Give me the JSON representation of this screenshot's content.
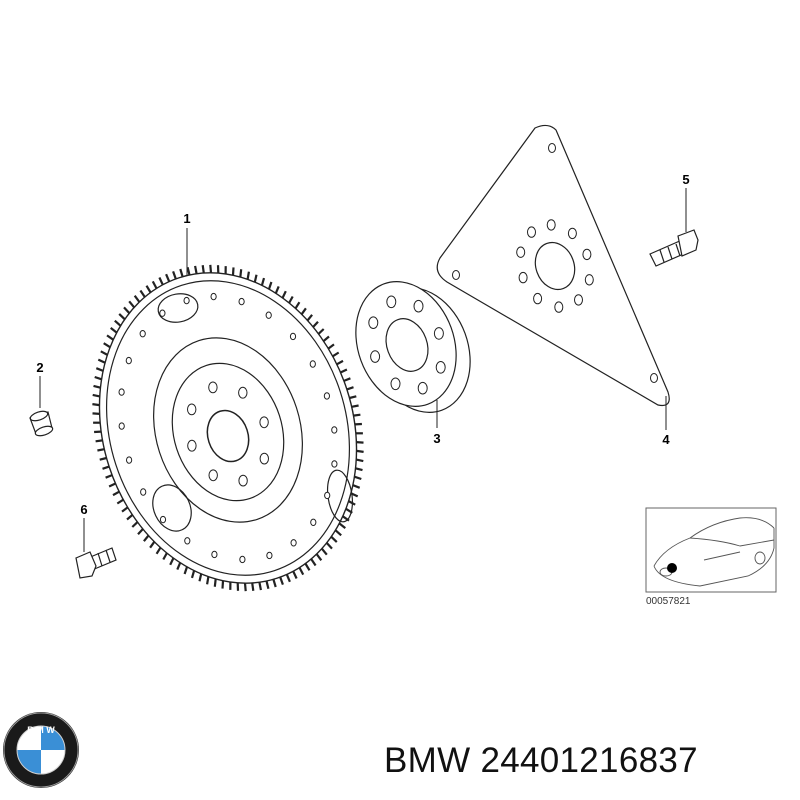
{
  "callouts": {
    "flywheel": "1",
    "sleeve": "2",
    "spacer_ring": "3",
    "drive_plate": "4",
    "bolt_plate": "5",
    "bolt_flywheel": "6"
  },
  "inset": {
    "reference_number": "00057821"
  },
  "brand": {
    "logo_letters": "BMW",
    "part_label": "BMW 24401216837",
    "logo_colors": {
      "blue": "#3a8fd6",
      "white": "#ffffff",
      "ring": "#1a1a1a"
    }
  }
}
